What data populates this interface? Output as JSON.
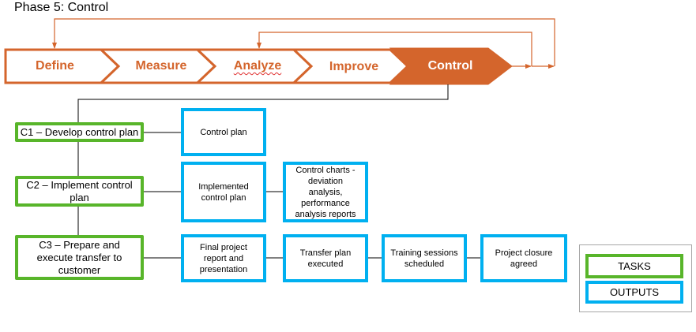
{
  "title": "Phase 5: Control",
  "colors": {
    "phase_orange": "#d4652c",
    "task_green": "#58b52a",
    "output_blue": "#00b0f0",
    "legend_border": "#a6a6a6"
  },
  "phases": [
    {
      "label": "Define",
      "active": false
    },
    {
      "label": "Measure",
      "active": false
    },
    {
      "label": "Analyze",
      "active": false
    },
    {
      "label": "Improve",
      "active": false
    },
    {
      "label": "Control",
      "active": true
    }
  ],
  "tasks": [
    {
      "id": "C1",
      "label": "C1 – Develop control plan",
      "outputs": [
        "Control plan"
      ]
    },
    {
      "id": "C2",
      "label": "C2 – Implement control plan",
      "outputs": [
        "Implemented control plan",
        "Control charts - deviation analysis, performance analysis reports"
      ]
    },
    {
      "id": "C3",
      "label": "C3 – Prepare and execute transfer to customer",
      "outputs": [
        "Final project report and presentation",
        "Transfer plan executed",
        "Training sessions scheduled",
        "Project closure agreed"
      ]
    }
  ],
  "legend": {
    "tasks_label": "TASKS",
    "outputs_label": "OUTPUTS"
  }
}
